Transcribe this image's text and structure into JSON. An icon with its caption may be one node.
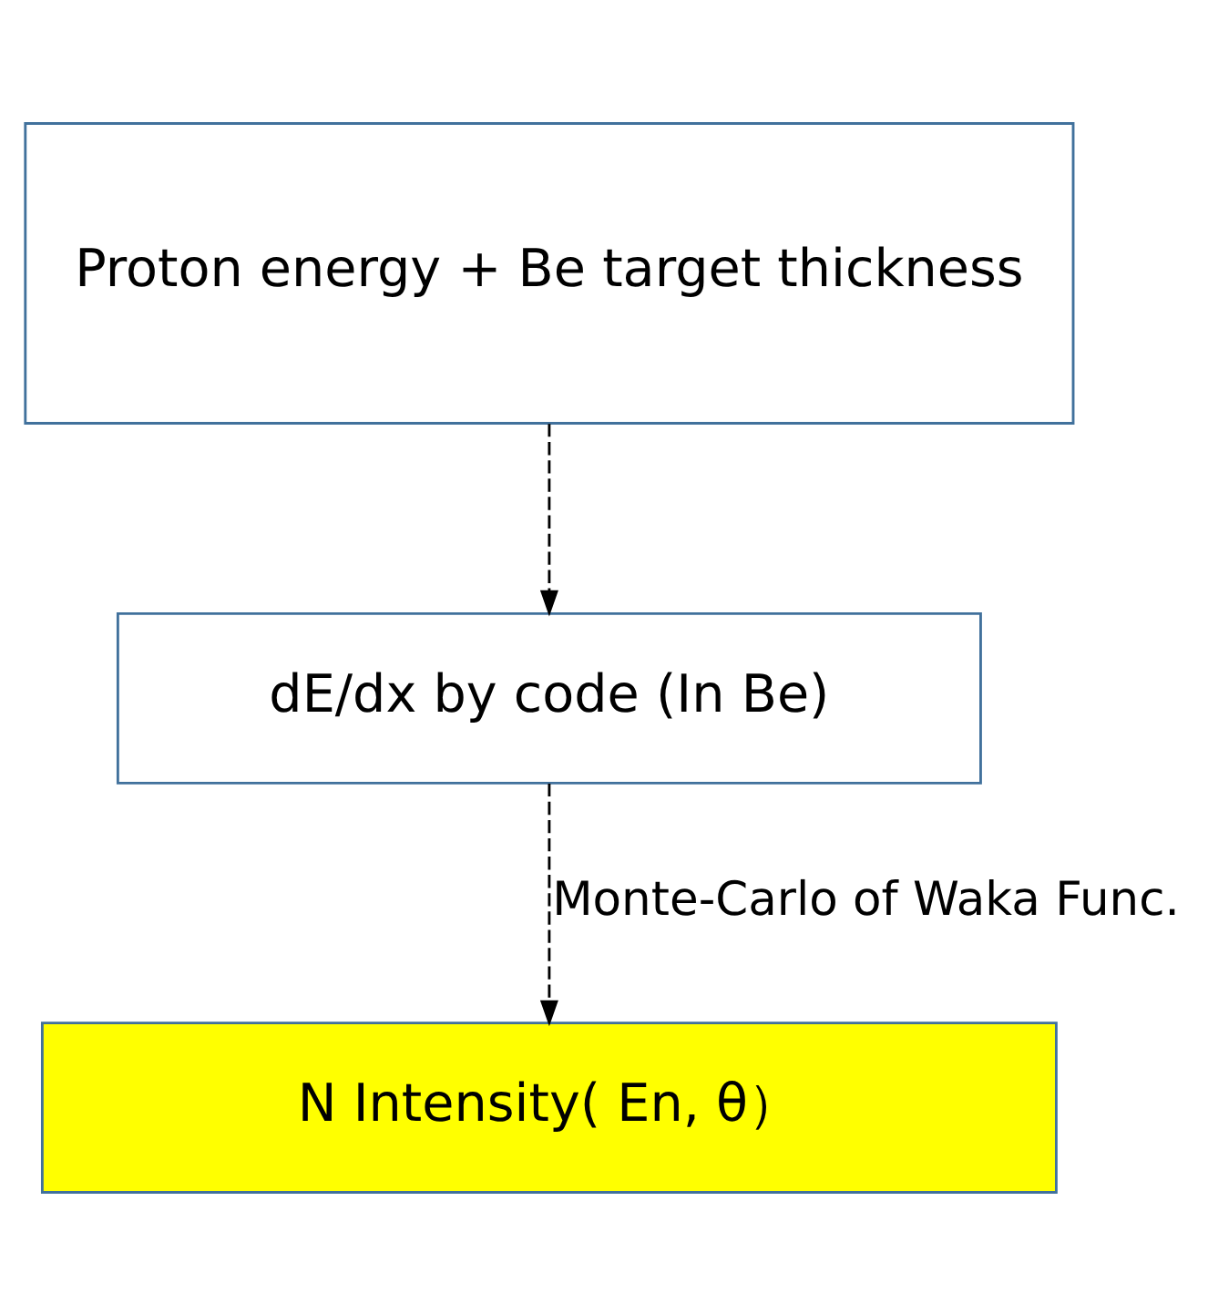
{
  "diagram": {
    "nodes": [
      {
        "text": [
          "Proton energy + Be target thickness"
        ]
      },
      {
        "text": [
          "dE/dx by code (In Be)"
        ]
      },
      {
        "text": [
          "N Intensity( En, θ）"
        ]
      }
    ],
    "edges": [
      {
        "from": 0,
        "to": 1,
        "arrow": "to",
        "style": "dashed"
      },
      {
        "from": 1,
        "to": 2,
        "arrow": "to",
        "style": "dashed",
        "label": "Monte-Carlo of Waka Func."
      }
    ]
  }
}
